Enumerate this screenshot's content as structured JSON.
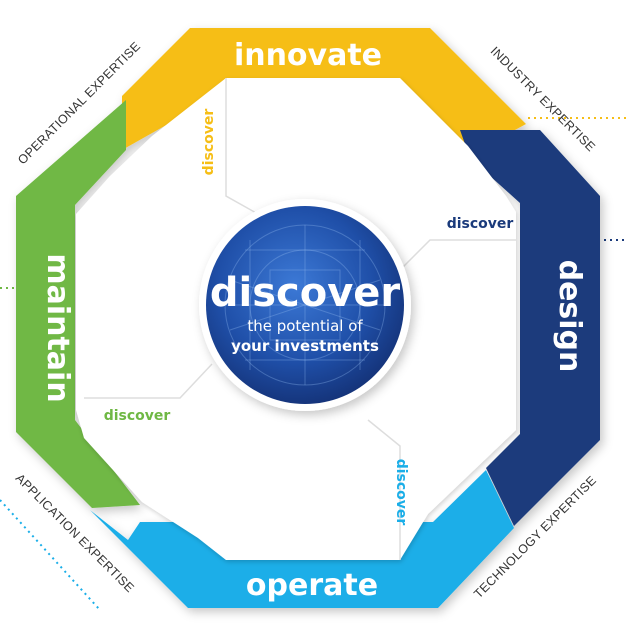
{
  "colors": {
    "innovate": "#f6be16",
    "design": "#1a3a7b",
    "operate": "#1aaee8",
    "maintain": "#6fb844",
    "hub": "#1f4fa8",
    "panel": "#ffffff"
  },
  "segments": {
    "innovate": "innovate",
    "design": "design",
    "operate": "operate",
    "maintain": "maintain"
  },
  "panels": {
    "top": "discover",
    "right": "discover",
    "bottom": "discover",
    "left": "discover"
  },
  "expertise": {
    "operational": "OPERATIONAL EXPERTISE",
    "industry": "INDUSTRY EXPERTISE",
    "application": "APPLICATION EXPERTISE",
    "technology": "TECHNOLOGY EXPERTISE"
  },
  "hub": {
    "title": "discover",
    "line1": "the potential of",
    "line2": "your investments"
  }
}
